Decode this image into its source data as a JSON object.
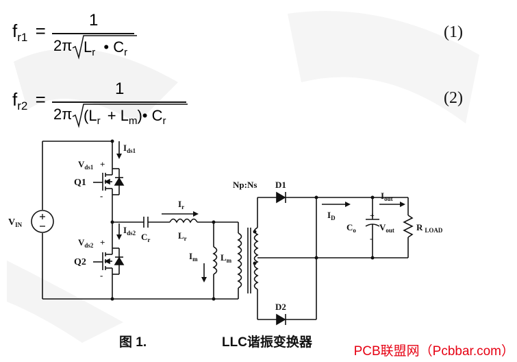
{
  "equations": [
    {
      "lhs_base": "f",
      "lhs_sub": "r1",
      "numerator": "1",
      "den_prefix": "2π",
      "den_L": "L",
      "den_L_sub": "r",
      "den_dot": "•",
      "den_C": "C",
      "den_C_sub": "r",
      "number": "(1)"
    },
    {
      "lhs_base": "f",
      "lhs_sub": "r2",
      "numerator": "1",
      "den_prefix": "2π",
      "den_L1": "L",
      "den_L1_sub": "r",
      "den_plus": "+",
      "den_L2": "L",
      "den_L2_sub": "m",
      "den_dot": "•",
      "den_C": "C",
      "den_C_sub": "r",
      "number": "(2)"
    }
  ],
  "circuit": {
    "labels": {
      "vin": "V",
      "vin_sub": "IN",
      "ids1": "I",
      "ids1_sub": "ds1",
      "vds1": "V",
      "vds1_sub": "ds1",
      "q1": "Q1",
      "ids2": "I",
      "ids2_sub": "ds2",
      "vds2": "V",
      "vds2_sub": "ds2",
      "q2": "Q2",
      "cr": "C",
      "cr_sub": "r",
      "ir": "I",
      "ir_sub": "r",
      "lr": "L",
      "lr_sub": "r",
      "im": "I",
      "im_sub": "m",
      "lm": "L",
      "lm_sub": "m",
      "npns": "Np:Ns",
      "d1": "D1",
      "d2": "D2",
      "id": "I",
      "id_sub": "D",
      "co": "C",
      "co_sub": "o",
      "vout": "V",
      "vout_sub": "out",
      "iout": "I",
      "iout_sub": "out",
      "rload": "R",
      "rload_sub": "LOAD",
      "plus": "+",
      "minus": "-"
    }
  },
  "caption": {
    "figure": "图 1.",
    "title": "LLC谐振变换器"
  },
  "watermark": "PCB联盟网（Pcbbar.com）"
}
